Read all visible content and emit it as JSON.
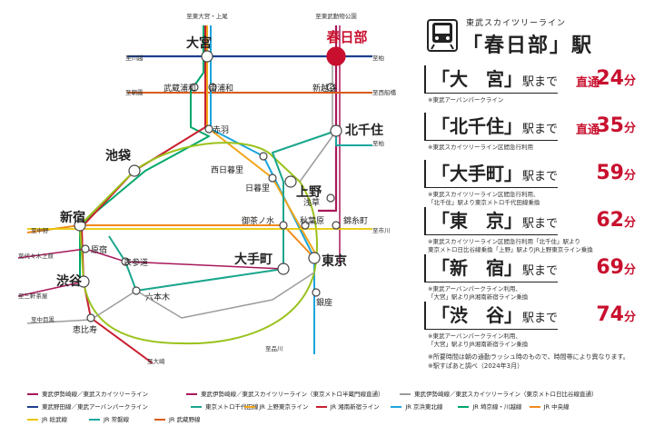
{
  "colors": {
    "tobu_isesaki": "#a8185a",
    "tobu_urban": "#1d3f8e",
    "tokyu_hibiya": "#9c9c9c",
    "chiyoda": "#1aa68d",
    "ueno_tokyo": "#f2a51a",
    "shonan": "#c81f30",
    "keihin": "#1ba5dc",
    "saikyo": "#00a76a",
    "chuo": "#f08a1e",
    "sobu": "#e7c700",
    "joban": "#1aa8a0",
    "musashino": "#d85b1a",
    "yamanote": "#9ac21c",
    "accent": "#c8102e"
  },
  "map": {
    "stations": [
      {
        "id": "omiya",
        "label": "大宮",
        "big": true
      },
      {
        "id": "kasukabe",
        "label": "春日部",
        "big": true,
        "highlight": true
      },
      {
        "id": "musashi_urawa",
        "label": "武蔵浦和",
        "big": false
      },
      {
        "id": "minami_urawa",
        "label": "南浦和",
        "big": false
      },
      {
        "id": "shin_koshigaya",
        "label": "新越谷",
        "big": false
      },
      {
        "id": "akabane",
        "label": "赤羽",
        "big": false
      },
      {
        "id": "kitasenju",
        "label": "北千住",
        "big": true
      },
      {
        "id": "ikebukuro",
        "label": "池袋",
        "big": true
      },
      {
        "id": "nishi_nippori",
        "label": "西日暮里",
        "big": false
      },
      {
        "id": "nippori",
        "label": "日暮里",
        "big": false
      },
      {
        "id": "ueno",
        "label": "上野",
        "big": true
      },
      {
        "id": "asakusa",
        "label": "浅草",
        "big": false
      },
      {
        "id": "shinjuku",
        "label": "新宿",
        "big": true
      },
      {
        "id": "ochanomizu",
        "label": "御茶ノ水",
        "big": false
      },
      {
        "id": "akihabara",
        "label": "秋葉原",
        "big": false
      },
      {
        "id": "kinshicho",
        "label": "錦糸町",
        "big": false
      },
      {
        "id": "harajuku",
        "label": "原宿",
        "big": false
      },
      {
        "id": "omotesando",
        "label": "表参道",
        "big": false
      },
      {
        "id": "otemachi",
        "label": "大手町",
        "big": true
      },
      {
        "id": "tokyo",
        "label": "東京",
        "big": true
      },
      {
        "id": "shibuya",
        "label": "渋谷",
        "big": true
      },
      {
        "id": "roppongi",
        "label": "六本木",
        "big": false
      },
      {
        "id": "ginza",
        "label": "銀座",
        "big": false
      },
      {
        "id": "ebisu",
        "label": "恵比寿",
        "big": false
      }
    ],
    "termini": [
      {
        "id": "to_omiya_ueo",
        "label": "至東大宮・上尾"
      },
      {
        "id": "to_zoo",
        "label": "至東武動物公園"
      },
      {
        "id": "to_kawagoe",
        "label": "至川越"
      },
      {
        "id": "to_kashiwa",
        "label": "至柏"
      },
      {
        "id": "to_asaka",
        "label": "至朝霞"
      },
      {
        "id": "to_nishifunabashi",
        "label": "至西船橋"
      },
      {
        "id": "to_kashiwa2",
        "label": "至柏"
      },
      {
        "id": "to_nakano",
        "label": "至中野"
      },
      {
        "id": "to_ichikawa",
        "label": "至市川"
      },
      {
        "id": "to_yoyogiuehara",
        "label": "至代々木上原"
      },
      {
        "id": "to_sangenjaya",
        "label": "至三軒茶屋"
      },
      {
        "id": "to_nakameguro",
        "label": "至中目黒"
      },
      {
        "id": "to_shinagawa",
        "label": "至品川"
      },
      {
        "id": "to_osaki",
        "label": "至大崎"
      }
    ]
  },
  "panel": {
    "line_name": "東武スカイツリーライン",
    "station_title": "「春日部」駅",
    "routes": [
      {
        "dest": "「大　宮」",
        "suffix": "駅まで",
        "direct": "直通",
        "minutes": "24",
        "unit": "分",
        "note": "※東武アーバンパークライン"
      },
      {
        "dest": "「北千住」",
        "suffix": "駅まで",
        "direct": "直通",
        "minutes": "35",
        "unit": "分",
        "note": "※東武スカイツリーライン区間急行利用"
      },
      {
        "dest": "「大手町」",
        "suffix": "駅まで",
        "direct": "",
        "minutes": "59",
        "unit": "分",
        "note": "※東武スカイツリーライン区間急行利用、\n「北千住」駅より東京メトロ千代田線乗換"
      },
      {
        "dest": "「東　京」",
        "suffix": "駅まで",
        "direct": "",
        "minutes": "62",
        "unit": "分",
        "note": "※東武スカイツリーライン区間急行利用「北千住」駅より\n東京メトロ日比谷線乗換「上野」駅よりJR上野東京ライン乗換"
      },
      {
        "dest": "「新　宿」",
        "suffix": "駅まで",
        "direct": "",
        "minutes": "69",
        "unit": "分",
        "note": "※東武アーバンパークライン利用、\n「大宮」駅よりJR湘南新宿ライン乗換"
      },
      {
        "dest": "「渋　谷」",
        "suffix": "駅まで",
        "direct": "",
        "minutes": "74",
        "unit": "分",
        "note": "※東武アーバンパークライン利用、\n「大宮」駅よりJR湘南新宿ライン乗換"
      }
    ],
    "footnote": "※所要時間は朝の通勤ラッシュ時のもので、時間帯により異なります。\n※駅すぱあと調べ（2024年3月）"
  },
  "legend": [
    {
      "key": "tobu_isesaki",
      "label": "東武伊勢崎線／東武スカイツリーライン"
    },
    {
      "key": "tobu_isesaki",
      "label": "東武伊勢崎線／東武スカイツリーライン（東京メトロ半蔵門線直通）"
    },
    {
      "key": "tokyu_hibiya",
      "label": "東武伊勢崎線／東武スカイツリーライン（東京メトロ日比谷線直通）"
    },
    {
      "key": "tobu_urban",
      "label": "東武野田線／東武アーバンパークライン"
    },
    {
      "key": "chiyoda",
      "label": "東京メトロ千代田線"
    },
    {
      "key": "ueno_tokyo",
      "label": "JR 上野東京ライン"
    },
    {
      "key": "shonan",
      "label": "JR 湘南新宿ライン"
    },
    {
      "key": "keihin",
      "label": "JR 京浜東北線"
    },
    {
      "key": "saikyo",
      "label": "JR 埼京線・川越線"
    },
    {
      "key": "chuo",
      "label": "JR 中央線"
    },
    {
      "key": "sobu",
      "label": "JR 総武線"
    },
    {
      "key": "joban",
      "label": "JR 常磐線"
    },
    {
      "key": "musashino",
      "label": "JR 武蔵野線"
    }
  ]
}
